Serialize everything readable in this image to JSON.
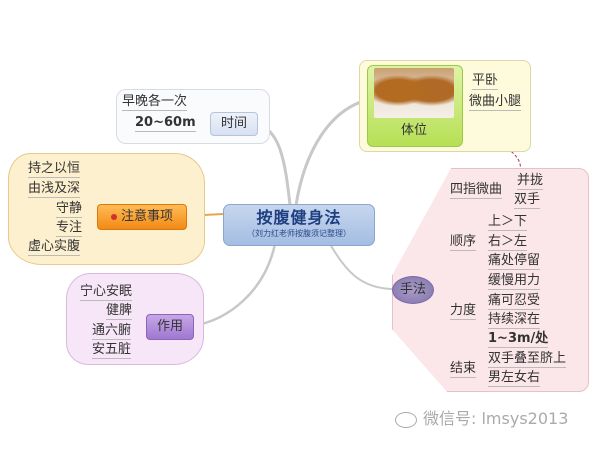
{
  "center": {
    "title": "按腹健身法",
    "subtitle": "（刘力红老师按腹须记整理）"
  },
  "branches": {
    "time": {
      "label": "时间",
      "leaves": [
        "早晚各一次",
        "20~60m"
      ]
    },
    "caution": {
      "label": "注意事项",
      "leaves": [
        "持之以恒",
        "由浅及深",
        "守静",
        "专注",
        "虚心实腹"
      ]
    },
    "effect": {
      "label": "作用",
      "leaves": [
        "宁心安眠",
        "健脾",
        "通六腑",
        "安五脏"
      ]
    },
    "position": {
      "label": "体位",
      "image": "abdomen-photo",
      "leaves": [
        "平卧",
        "微曲小腿"
      ]
    },
    "technique": {
      "label": "手法",
      "groups": [
        {
          "label": "四指微曲",
          "leaves": [
            "并拢",
            "双手"
          ]
        },
        {
          "label": "顺序",
          "leaves": [
            "上＞下",
            "右＞左",
            "痛处停留"
          ]
        },
        {
          "label": "力度",
          "leaves": [
            "缓慢用力",
            "痛可忍受",
            "持续深在",
            "1~3m/处"
          ]
        },
        {
          "label": "结束",
          "leaves": [
            "双手叠至脐上",
            "男左女右"
          ]
        }
      ]
    }
  },
  "colors": {
    "center": "#a4bde2",
    "time": "#d7e1f3",
    "caution": "#f28a15",
    "effect": "#9f78d0",
    "position": "#b6e055",
    "technique": "#8274ad"
  },
  "watermark": {
    "icon": "wechat-icon",
    "text": "微信号: lmsys2013"
  }
}
